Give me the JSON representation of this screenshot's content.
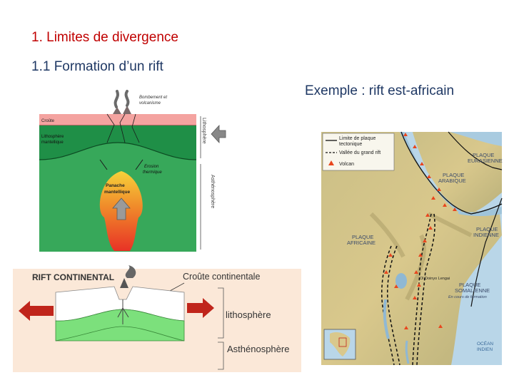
{
  "titles": {
    "section": "1. Limites de divergence",
    "subsection": "1.1 Formation d’un rift",
    "example": "Exemple : rift est-africain"
  },
  "plume_diagram": {
    "label_bombement_1": "Bombement et",
    "label_bombement_2": "volcanisme",
    "label_croute": "Croûte",
    "label_litho_1": "Lithosphère",
    "label_litho_2": "mantellique",
    "label_erosion_1": "Erosion",
    "label_erosion_2": "thermique",
    "label_panache_1": "Panache",
    "label_panache_2": "mantellique",
    "side_lithosphere": "Lithosphère",
    "side_asthenosphere": "Asthénosphère",
    "colors": {
      "crust": "#f4a3a0",
      "litho": "#1f8f47",
      "astheno": "#37a85a",
      "plume_top": "#f6d23a",
      "plume_bottom": "#e83226"
    }
  },
  "rift_diagram": {
    "title": "RIFT CONTINENTAL",
    "label_crust": "Croûte continentale",
    "label_litho": "lithosphère",
    "label_astheno": "Asthénosphère",
    "colors": {
      "background": "#fbe8d8",
      "arrow": "#c0251b",
      "mantle": "#7ce07c"
    }
  },
  "map": {
    "legend_1a": "Limite de plaque",
    "legend_1b": "tectonique",
    "legend_2": "Vallée du grand rift",
    "legend_3": "Volcan",
    "plate_eur_1": "PLAQUE",
    "plate_eur_2": "EURASIENNE",
    "plate_ara_1": "PLAQUE",
    "plate_ara_2": "ARABIQUE",
    "plate_ind_1": "PLAQUE",
    "plate_ind_2": "INDIENNE",
    "plate_afr_1": "PLAQUE",
    "plate_afr_2": "AFRICAINE",
    "plate_som_1": "PLAQUE",
    "plate_som_2": "SOMALIENNE",
    "plate_som_3": "En cours de formation",
    "ocean_1": "OCÉAN",
    "ocean_2": "INDIEN",
    "volcano_name": "Ol Doinyo Lengai",
    "colors": {
      "land": "#d6c487",
      "sea": "#b9d6e8",
      "volcano": "#e8461e"
    }
  }
}
